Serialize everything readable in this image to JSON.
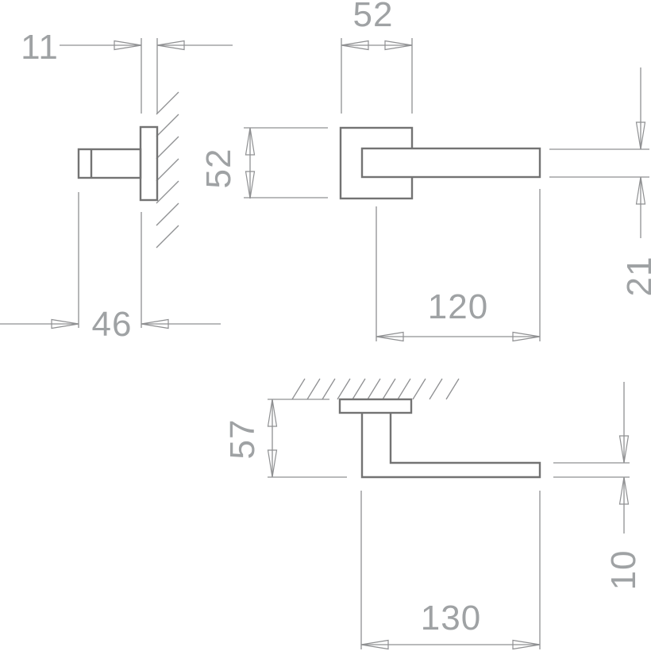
{
  "drawing": {
    "type": "technical-dimension-drawing",
    "labels": {
      "dim_11": "11",
      "dim_46": "46",
      "dim_52_width": "52",
      "dim_52_height": "52",
      "dim_120": "120",
      "dim_21": "21",
      "dim_57": "57",
      "dim_10": "10",
      "dim_130": "130"
    },
    "colors": {
      "object_line": "#737373",
      "dimension_line": "#8f9092",
      "label_text": "#9fa2a4",
      "background": "#ffffff"
    }
  }
}
